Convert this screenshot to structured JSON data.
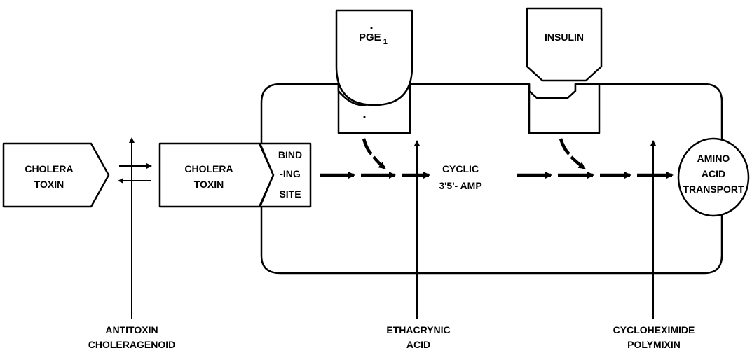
{
  "external_toxin": {
    "line1": "CHOLERA",
    "line2": "TOXIN"
  },
  "bound_toxin": {
    "line1": "CHOLERA",
    "line2": "TOXIN"
  },
  "binding_site": {
    "line1": "BIND",
    "line2": "-ING",
    "line3": "SITE"
  },
  "pge1_receptor": {
    "main": "PGE",
    "subscript": "1"
  },
  "insulin_receptor": {
    "label": "INSULIN"
  },
  "center_label": {
    "line1": "CYCLIC",
    "line2": "3'5'- AMP"
  },
  "amino_acid": {
    "line1": "AMINO",
    "line2": "ACID",
    "line3": "TRANSPORT"
  },
  "inhibitors": {
    "left": {
      "line1": "ANTITOXIN",
      "line2": "CHOLERAGENOID"
    },
    "middle": {
      "line1": "ETHACRYNIC",
      "line2": "ACID"
    },
    "right": {
      "line1": "CYCLOHEXIMIDE",
      "line2": "POLYMIXIN"
    }
  }
}
